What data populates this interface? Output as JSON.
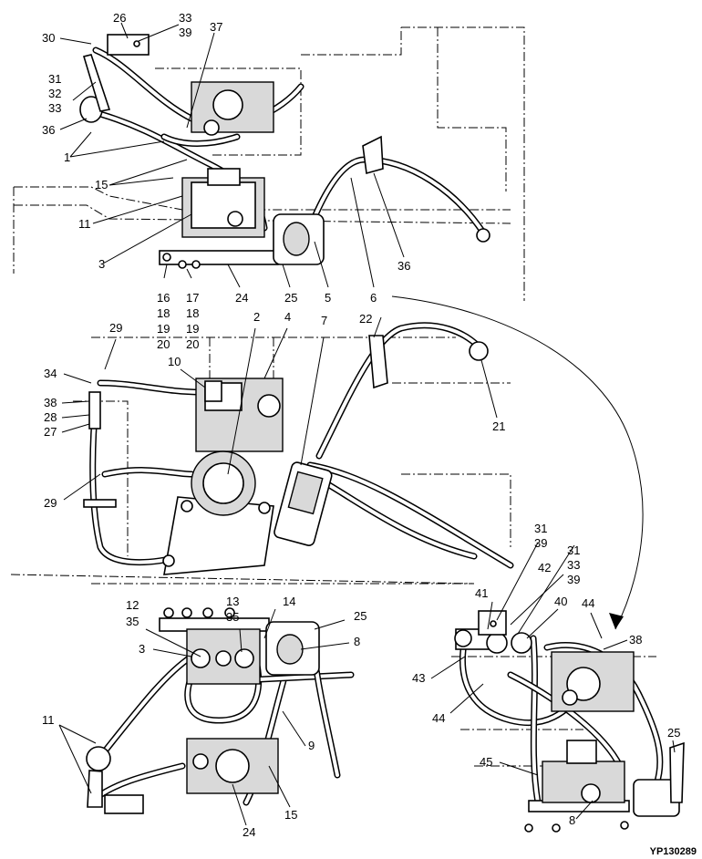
{
  "figure_id": "YP130289",
  "views": {
    "top": [
      "26",
      "33",
      "39",
      "30",
      "37",
      "31",
      "32",
      "33",
      "36",
      "1",
      "15",
      "11",
      "3",
      "24",
      "25",
      "5",
      "6",
      "36",
      "16",
      "18",
      "19",
      "20",
      "17",
      "18",
      "19",
      "20"
    ],
    "middle": [
      "2",
      "4",
      "7",
      "22",
      "29",
      "34",
      "10",
      "38",
      "28",
      "27",
      "21",
      "29"
    ],
    "bottom_left": [
      "12",
      "35",
      "13",
      "35",
      "14",
      "25",
      "3",
      "8",
      "11",
      "9",
      "24",
      "15"
    ],
    "bottom_right": [
      "31",
      "39",
      "31",
      "33",
      "39",
      "42",
      "41",
      "40",
      "44",
      "38",
      "43",
      "44",
      "45",
      "25",
      "8"
    ]
  }
}
